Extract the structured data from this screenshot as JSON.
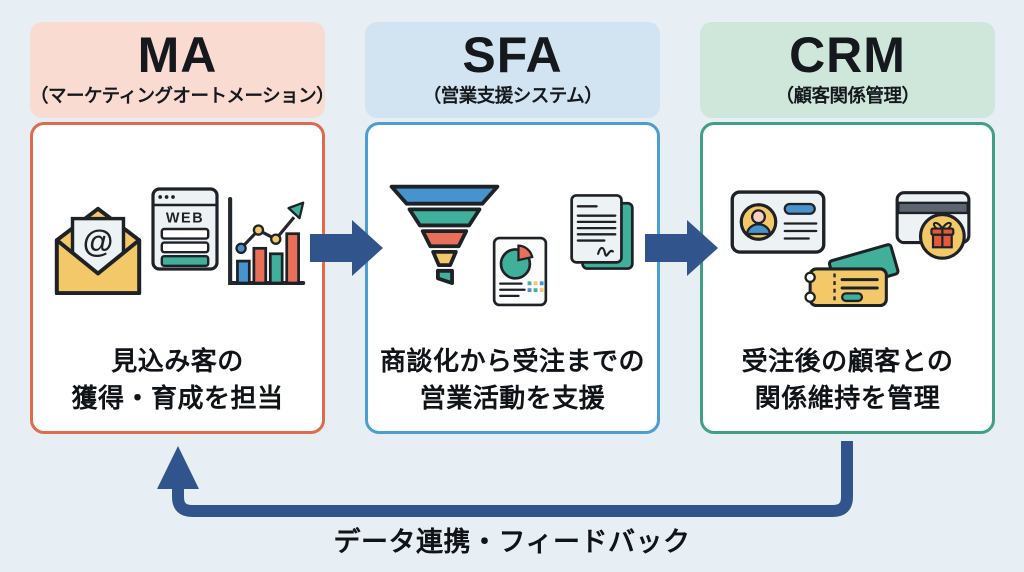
{
  "canvas": {
    "background": "#e8eff4"
  },
  "flow": {
    "arrow_color": "#31548c",
    "feedback_label": "データ連携・フィードバック"
  },
  "columns": [
    {
      "id": "ma",
      "title": "MA",
      "subtitle": "（マーケティングオートメーション）",
      "header_bg": "#fadbd1",
      "border_color": "#e06a4b",
      "description_line1": "見込み客の",
      "description_line2": "獲得・育成を担当",
      "icons": [
        "email-icon",
        "web-form-icon",
        "analytics-chart-icon"
      ],
      "icon_labels": {
        "at": "@",
        "web": "WEB"
      }
    },
    {
      "id": "sfa",
      "title": "SFA",
      "subtitle": "（営業支援システム）",
      "header_bg": "#d2e4f1",
      "border_color": "#4a9ed3",
      "description_line1": "商談化から受注までの",
      "description_line2": "営業活動を支援",
      "icons": [
        "sales-funnel-icon",
        "pie-report-icon",
        "contract-icon"
      ]
    },
    {
      "id": "crm",
      "title": "CRM",
      "subtitle": "（顧客関係管理）",
      "header_bg": "#cfe7db",
      "border_color": "#3fa086",
      "description_line1": "受注後の顧客との",
      "description_line2": "関係維持を管理",
      "icons": [
        "id-card-icon",
        "coupon-ticket-icon",
        "gift-card-icon"
      ]
    }
  ],
  "icon_palette": {
    "yellow": "#f3c868",
    "teal": "#41b09a",
    "red": "#e8705a",
    "blue": "#4793ce",
    "paper": "#edf2f4",
    "outline": "#1e2227",
    "stripe_gray": "#5b6570",
    "gift_red": "#e2593c",
    "skin": "#f7cfc3"
  }
}
